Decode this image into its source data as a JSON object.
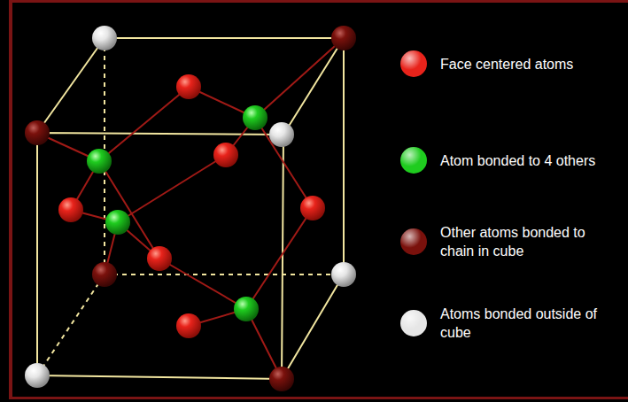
{
  "diagram": {
    "legend": [
      {
        "text": "Face centered atoms",
        "color": "#e8231b"
      },
      {
        "text": "Atom bonded to 4 others",
        "color": "#1fcc1f"
      },
      {
        "text": "Other atoms bonded to chain in cube",
        "color": "#7a110c"
      },
      {
        "text": "Atoms bonded outside of cube",
        "color": "#e6e6e6"
      }
    ]
  }
}
